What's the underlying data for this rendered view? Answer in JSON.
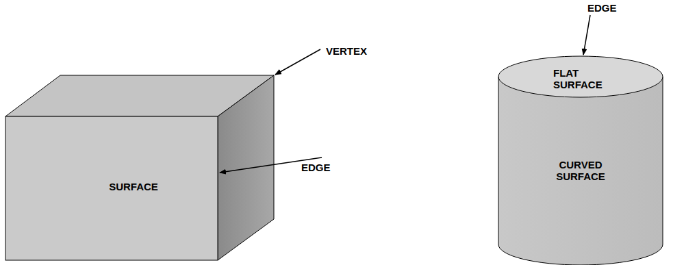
{
  "diagram": {
    "labels": [
      "VERTEX",
      "EDGE",
      "SURFACE",
      "EDGE",
      "FLAT SURFACE",
      "CURVED SURFACE"
    ]
  }
}
